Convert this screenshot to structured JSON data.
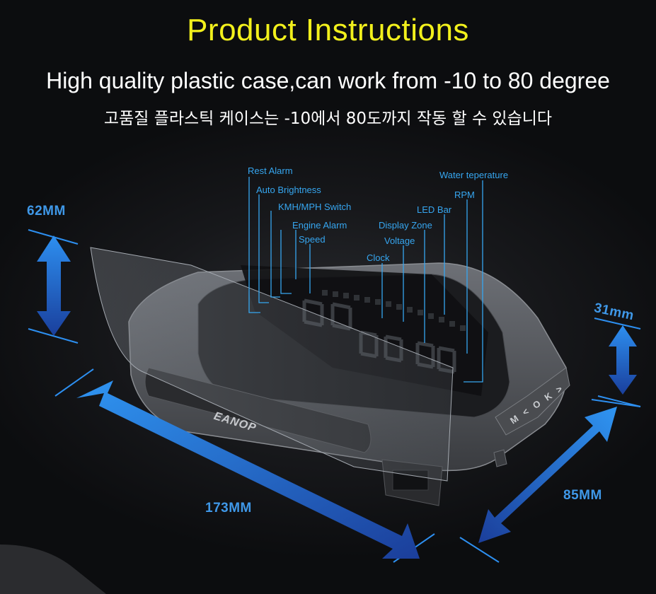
{
  "header": {
    "title": "Product Instructions",
    "subtitle_en": "High quality plastic case,can work from -10 to 80 degree",
    "subtitle_ko": "고품질 플라스틱 케이스는 -10에서 80도까지 작동 할 수 있습니다"
  },
  "callouts": {
    "rest_alarm": "Rest Alarm",
    "auto_brightness": "Auto Brightness",
    "kmh_mph_switch": "KMH/MPH Switch",
    "engine_alarm": "Engine Alarm",
    "speed": "Speed",
    "clock": "Clock",
    "voltage": "Voltage",
    "display_zone": "Display Zone",
    "led_bar": "LED Bar",
    "rpm": "RPM",
    "water_temperature": "Water teperature"
  },
  "dimensions": {
    "height": "62MM",
    "length": "173MM",
    "width": "85MM",
    "depth": "31mm"
  },
  "device": {
    "brand": "EANOP",
    "buttons": [
      "M",
      "<",
      "OK",
      ">"
    ]
  },
  "colors": {
    "title": "#f2f01c",
    "callout": "#36a6f0",
    "arrow": "#2f8fe6"
  }
}
